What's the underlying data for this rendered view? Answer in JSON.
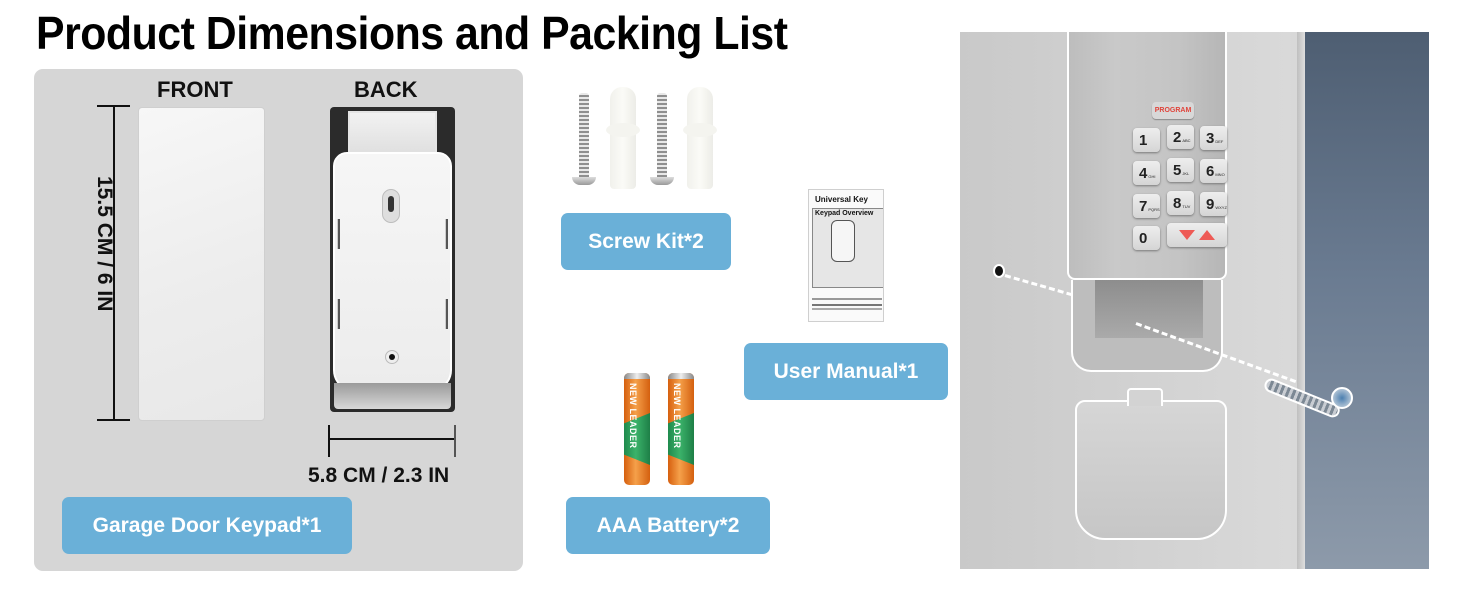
{
  "header": {
    "title": "Product Dimensions and Packing List"
  },
  "dimensions_panel": {
    "front_label": "FRONT",
    "back_label": "BACK",
    "height_text": "15.5 CM / 6 IN",
    "width_text": "5.8 CM / 2.3 IN",
    "badge": "Garage Door Keypad*1"
  },
  "packing_list": {
    "screw_kit": {
      "label": "Screw Kit*2",
      "icon": "screws-and-anchors"
    },
    "user_manual": {
      "label": "User Manual*1",
      "icon": "manual-booklet",
      "cover_title": "Universal Key",
      "cover_section": "Keypad Overview"
    },
    "battery": {
      "label": "AAA Battery*2",
      "icon": "aaa-battery",
      "brand": "NEW LEADER"
    }
  },
  "install_photo": {
    "program_button": "PROGRAM",
    "keys": [
      {
        "digit": "1",
        "letters": ""
      },
      {
        "digit": "2",
        "letters": "ABC"
      },
      {
        "digit": "3",
        "letters": "DEF"
      },
      {
        "digit": "4",
        "letters": "GHI"
      },
      {
        "digit": "5",
        "letters": "JKL"
      },
      {
        "digit": "6",
        "letters": "MNO"
      },
      {
        "digit": "7",
        "letters": "PQRS"
      },
      {
        "digit": "8",
        "letters": "TUV"
      },
      {
        "digit": "9",
        "letters": "WXYZ"
      },
      {
        "digit": "0",
        "letters": ""
      }
    ],
    "arrow_key": "down-up-arrows"
  },
  "colors": {
    "badge_blue": "#6ab0d8",
    "panel_gray": "#d6d6d6",
    "program_red": "#e0443b",
    "battery_orange": "#f08a2c",
    "battery_green": "#2f9e5a"
  }
}
